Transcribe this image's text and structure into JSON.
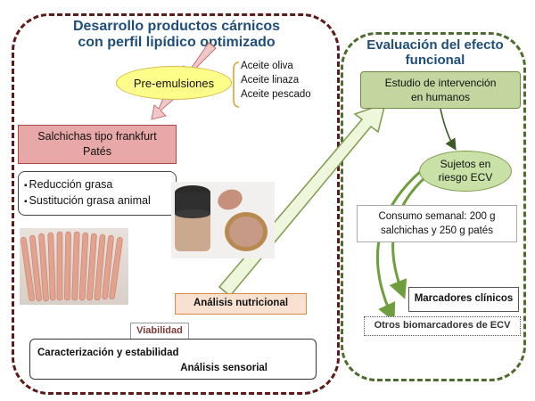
{
  "left_panel": {
    "title_line1": "Desarrollo productos cárnicos",
    "title_line2": "con perfil lipídico optimizado",
    "pre_emulsions": "Pre-emulsiones",
    "oils": [
      "Aceite oliva",
      "Aceite linaza",
      "Aceite pescado"
    ],
    "products_line1": "Salchichas tipo frankfurt",
    "products_line2": "Patés",
    "reductions": [
      "Reducción grasa",
      "Sustitución grasa animal"
    ],
    "nutritional_analysis": "Análisis nutricional",
    "viability": "Viabilidad",
    "characterization": "Caracterización y estabilidad",
    "sensory": "Análisis sensorial"
  },
  "right_panel": {
    "title_line1": "Evaluación del efecto",
    "title_line2": "funcional",
    "study_line1": "Estudio de intervención",
    "study_line2": "en humanos",
    "subjects_line1": "Sujetos en",
    "subjects_line2": "riesgo ECV",
    "consumption_line1": "Consumo  semanal: 200 g",
    "consumption_line2": "salchichas y 250 g patés",
    "clinical_markers": "Marcadores clínicos",
    "other_biomarkers": "Otros biomarcadores  de ECV"
  },
  "colors": {
    "left_border": "#5e1a1a",
    "right_border": "#4f6b2e",
    "title_blue": "#1f4e79",
    "pre_emulsion_fill": "#fdfd8a",
    "product_fill": "#e8a8a8",
    "study_fill": "#c3d6a0",
    "nutritional_fill": "#f8e1d1"
  }
}
